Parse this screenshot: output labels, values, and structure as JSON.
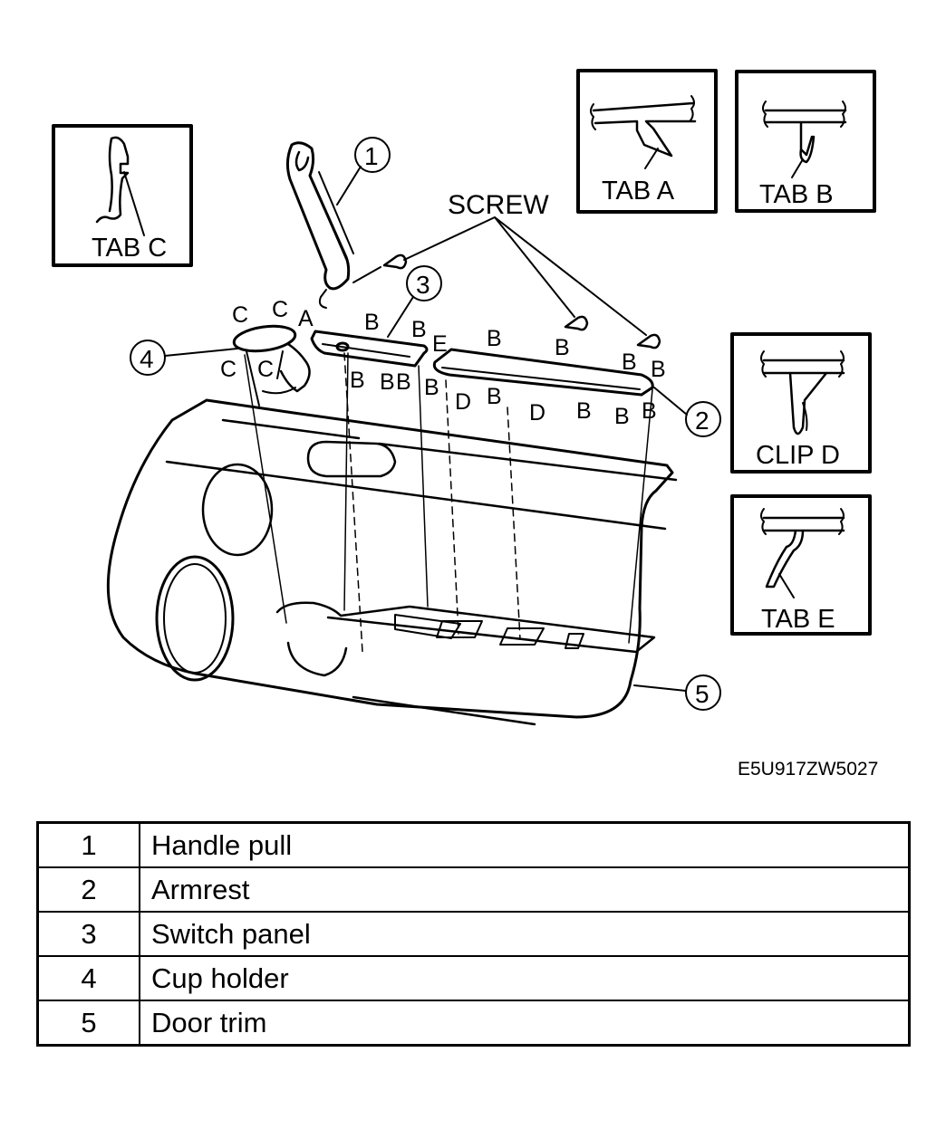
{
  "diagram": {
    "inset_labels": {
      "tab_a": "TAB A",
      "tab_b": "TAB B",
      "tab_c": "TAB C",
      "clip_d": "CLIP D",
      "tab_e": "TAB E"
    },
    "screw_label": "SCREW",
    "callouts": [
      "1",
      "2",
      "3",
      "4",
      "5"
    ],
    "fastener_letters": {
      "A": "A",
      "B": "B",
      "C": "C",
      "D": "D",
      "E": "E"
    },
    "figure_code": "E5U917ZW5027"
  },
  "parts_table": {
    "rows": [
      {
        "num": "1",
        "name": "Handle pull"
      },
      {
        "num": "2",
        "name": "Armrest"
      },
      {
        "num": "3",
        "name": "Switch panel"
      },
      {
        "num": "4",
        "name": "Cup holder"
      },
      {
        "num": "5",
        "name": "Door trim"
      }
    ]
  }
}
